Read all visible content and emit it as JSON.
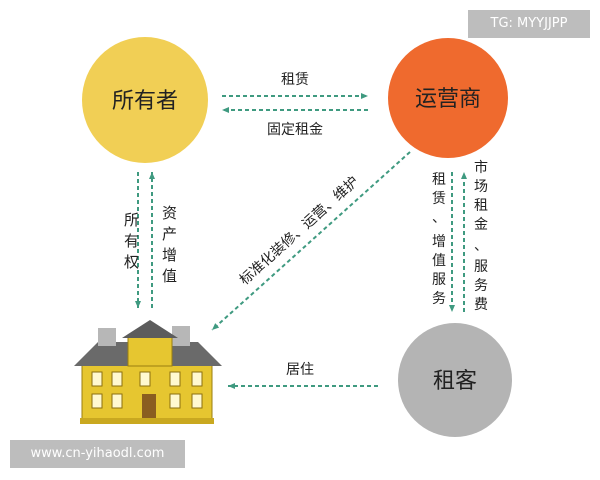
{
  "nodes": {
    "owner": {
      "label": "所有者",
      "color": "#f1cf55"
    },
    "operator": {
      "label": "运营商",
      "color": "#ef6a2e"
    },
    "tenant": {
      "label": "租客",
      "color": "#b4b4b4"
    },
    "house": {
      "label": ""
    }
  },
  "edges": {
    "owner_to_operator": "租赁",
    "operator_to_owner": "固定租金",
    "owner_to_house": "所有权",
    "house_to_owner": "资产增值",
    "operator_to_house": "标准化装修、运营、维护",
    "operator_to_tenant": "租赁、增值服务",
    "tenant_to_operator": "市场租金、服务费",
    "tenant_to_house": "居住"
  },
  "arrow_color": "#3f9a80",
  "watermarks": {
    "tg": "TG: MYYJJPP",
    "url": "www.cn-yihaodl.com"
  }
}
